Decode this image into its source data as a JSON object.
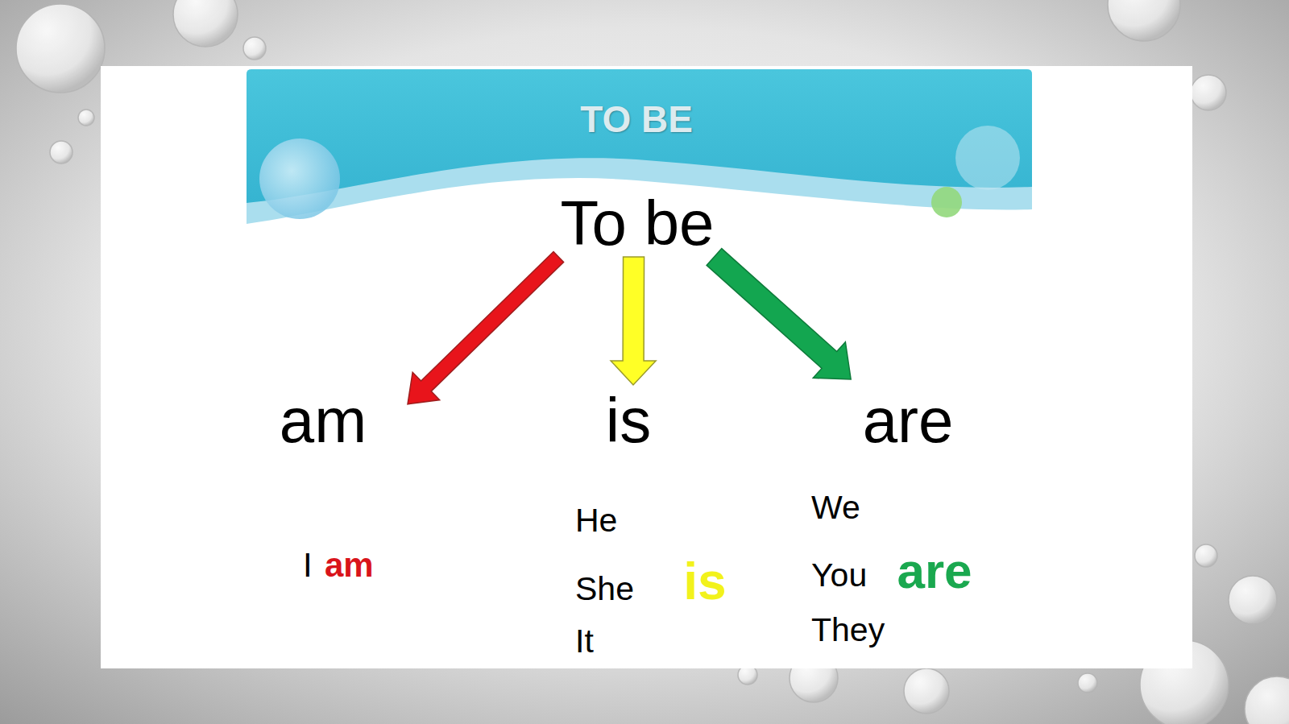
{
  "diagram": {
    "title": "TO BE",
    "nodes": [
      {
        "text": [
          "To be"
        ]
      },
      {
        "text": [
          "am"
        ]
      },
      {
        "text": [
          "is"
        ]
      },
      {
        "text": [
          "are"
        ]
      }
    ],
    "edges": [
      {
        "from": 0,
        "to": 1,
        "arrow": "to"
      },
      {
        "from": 0,
        "to": 2,
        "arrow": "to"
      },
      {
        "from": 0,
        "to": 3,
        "arrow": "to"
      }
    ],
    "labels": [
      "I",
      "am",
      "He",
      "She",
      "It",
      "is",
      "We",
      "You",
      "are",
      "They"
    ]
  }
}
